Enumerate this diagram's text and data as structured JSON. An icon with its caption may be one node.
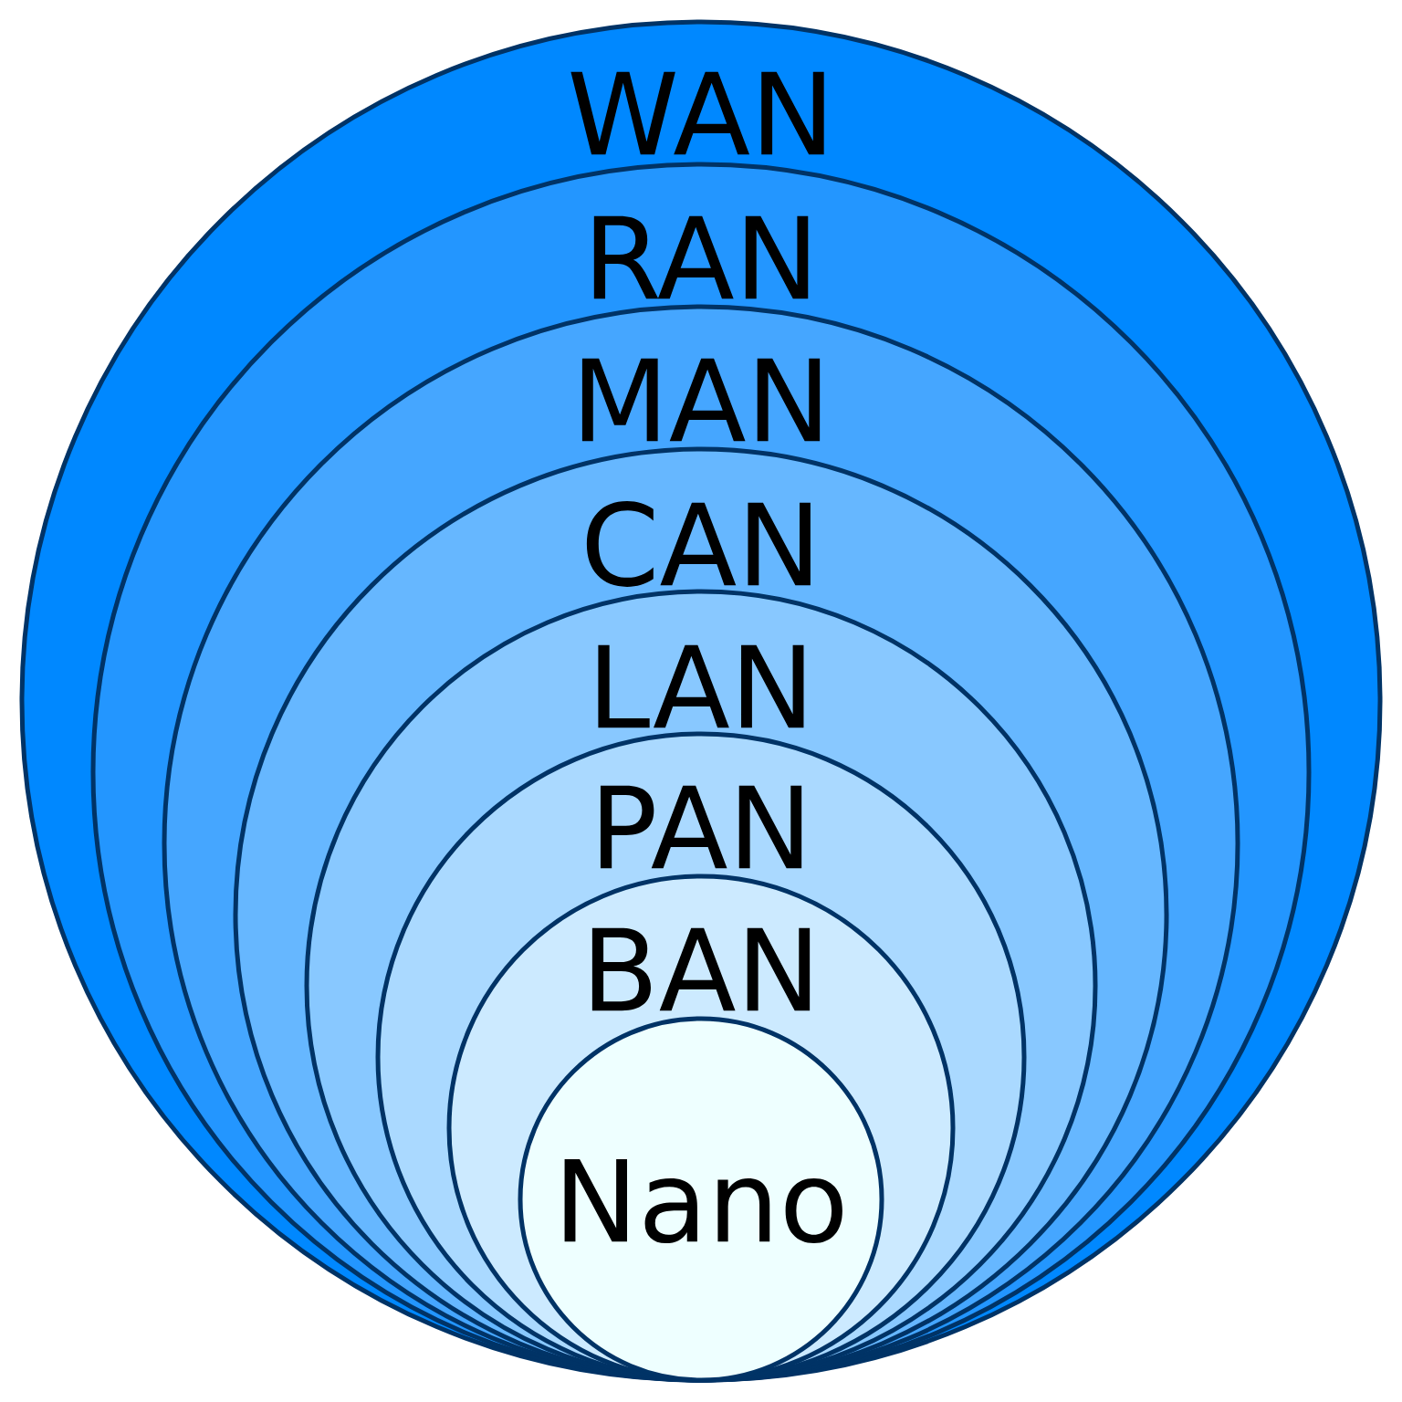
{
  "diagram": {
    "nodes": [
      {
        "text": [
          "WAN"
        ]
      },
      {
        "text": [
          "RAN"
        ],
        "in": 0
      },
      {
        "text": [
          "MAN"
        ],
        "in": 1
      },
      {
        "text": [
          "CAN"
        ],
        "in": 2
      },
      {
        "text": [
          "LAN"
        ],
        "in": 3
      },
      {
        "text": [
          "PAN"
        ],
        "in": 4
      },
      {
        "text": [
          "BAN"
        ],
        "in": 5
      },
      {
        "text": [
          "Nano"
        ],
        "in": 6
      }
    ]
  }
}
